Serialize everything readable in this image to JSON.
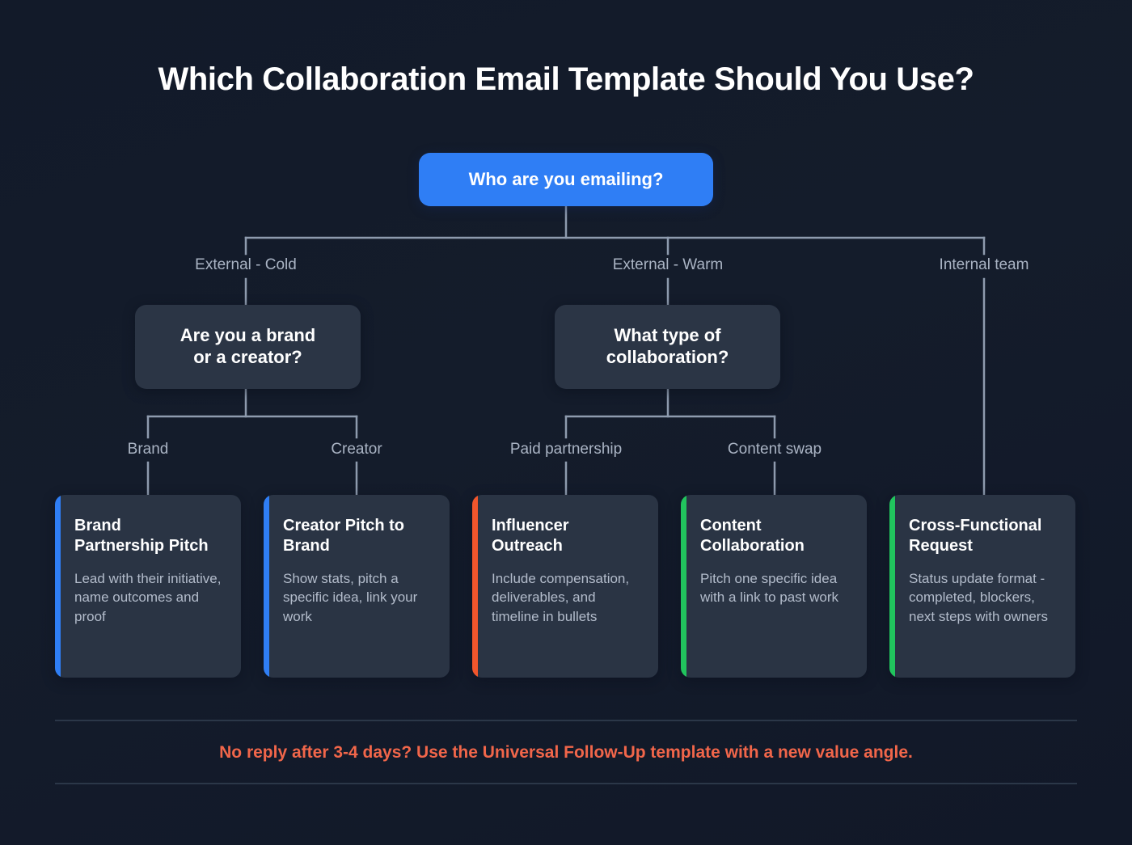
{
  "page": {
    "title": "Which Collaboration Email Template Should You Use?",
    "background_color": "#141c2b"
  },
  "colors": {
    "root_blue": "#2f7ef5",
    "decision_bg": "#2b3545",
    "card_bg": "#2a3444",
    "accent_blue": "#2f7ef5",
    "accent_orange": "#f1562c",
    "accent_green": "#21c45d",
    "connector": "#8e9bae",
    "label_text": "#aab4c4",
    "footer_text": "#f1664a",
    "divider": "#2b3748"
  },
  "tree": {
    "root": {
      "label": "Who are you emailing?"
    },
    "branches": [
      {
        "label": "External - Cold"
      },
      {
        "label": "External - Warm"
      },
      {
        "label": "Internal team"
      }
    ],
    "decisions": [
      {
        "label": "Are you a brand\nor a creator?"
      },
      {
        "label": "What type of\ncollaboration?"
      }
    ],
    "sub_branches": [
      {
        "label": "Brand"
      },
      {
        "label": "Creator"
      },
      {
        "label": "Paid partnership"
      },
      {
        "label": "Content swap"
      }
    ],
    "results": [
      {
        "title": "Brand\nPartnership Pitch",
        "description": "Lead with their initiative, name outcomes and proof",
        "accent": "#2f7ef5",
        "accent_name": "blue"
      },
      {
        "title": "Creator Pitch to\nBrand",
        "description": "Show stats, pitch a specific idea, link your work",
        "accent": "#2f7ef5",
        "accent_name": "blue"
      },
      {
        "title": "Influencer\nOutreach",
        "description": "Include compensation, deliverables, and timeline in bullets",
        "accent": "#f1562c",
        "accent_name": "orange"
      },
      {
        "title": "Content\nCollaboration",
        "description": "Pitch one specific idea with a link to past work",
        "accent": "#21c45d",
        "accent_name": "green"
      },
      {
        "title": "Cross-Functional\nRequest",
        "description": "Status update format - completed, blockers, next steps with owners",
        "accent": "#21c45d",
        "accent_name": "green"
      }
    ]
  },
  "footer": {
    "note": "No reply after 3-4 days? Use the Universal Follow-Up template with a new value angle."
  }
}
